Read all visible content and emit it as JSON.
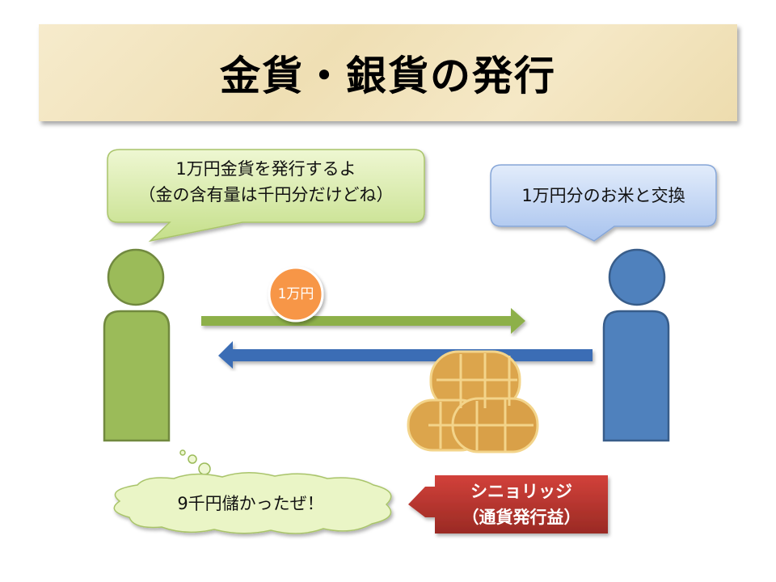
{
  "title": "金貨・銀貨の発行",
  "left_speech": {
    "line1": "1万円金貨を発行するよ",
    "line2": "（金の含有量は千円分だけどね）"
  },
  "right_speech": {
    "text": "1万円分のお米と交換"
  },
  "coin": {
    "label": "1万円"
  },
  "thought": {
    "text": "9千円儲かったぜ！"
  },
  "callout": {
    "line1": "シニョリッジ",
    "line2": "（通貨発行益）"
  },
  "colors": {
    "green": "#9bbb59",
    "blue": "#4f81bd",
    "orange": "#f79646",
    "red": "#c0392b"
  }
}
